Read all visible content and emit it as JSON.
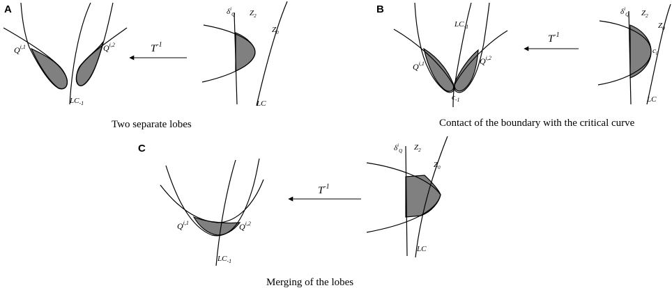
{
  "panels": {
    "a": {
      "letter": "A",
      "caption": "Two separate lobes",
      "map_label": "T",
      "map_exp": "-1",
      "q1": "Q",
      "q1_sup": "i,1",
      "q2": "Q",
      "q2_sup": "i,2",
      "lc_minus": "LC",
      "lc_minus_sub": "-1",
      "delta": "δ",
      "delta_sup": "i",
      "delta_sub": "Q",
      "z2": "Z",
      "z2_sub": "2",
      "z0": "Z",
      "z0_sub": "0",
      "lc": "LC"
    },
    "b": {
      "letter": "B",
      "caption": "Contact of the boundary with the critical curve",
      "map_label": "T",
      "map_exp": "-1",
      "q1": "Q",
      "q1_sup": "i,1",
      "q2": "Q",
      "q2_sup": "i,2",
      "lc_minus": "LC",
      "lc_minus_sub": "-1",
      "c_minus": "c",
      "c_minus_sub": "-1",
      "c0": "c",
      "c0_sub": "0",
      "delta": "δ",
      "delta_sup": "i",
      "delta_sub": "Q",
      "z2": "Z",
      "z2_sub": "2",
      "z0": "Z",
      "z0_sub": "0",
      "lc": "LC"
    },
    "c": {
      "letter": "C",
      "caption": "Merging of the lobes",
      "map_label": "T",
      "map_exp": "-1",
      "q1": "Q",
      "q1_sup": "i,1",
      "q2": "Q",
      "q2_sup": "i,2",
      "lc_minus": "LC",
      "lc_minus_sub": "-1",
      "delta": "δ",
      "delta_sup": "i",
      "delta_sub": "Q",
      "z2": "Z",
      "z2_sub": "2",
      "z0": "Z",
      "z0_sub": "0",
      "lc": "LC"
    }
  }
}
